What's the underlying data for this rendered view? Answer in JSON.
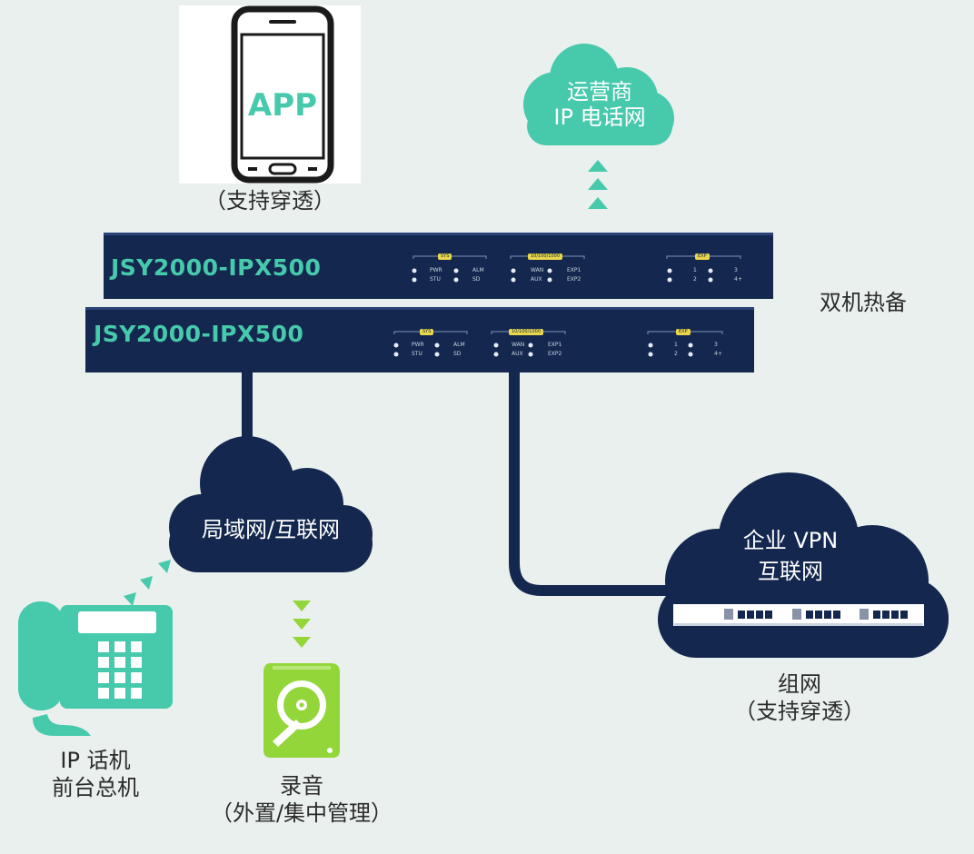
{
  "colors": {
    "background": "#eaf0ed",
    "navy": "#14284f",
    "teal": "#47c9ac",
    "lime": "#93d63a"
  },
  "app": {
    "label": "APP",
    "caption": "（支持穿透）"
  },
  "carrier_cloud": {
    "line1": "运营商",
    "line2": "IP 电话网"
  },
  "devices": [
    {
      "model": "JSY2000-IPX500",
      "groups": [
        "SYS",
        "10/100/1000",
        "EXP"
      ],
      "leds": [
        "PWR",
        "ALM",
        "STU",
        "SD",
        "WAN",
        "EXP1",
        "AUX",
        "EXP2",
        "1",
        "3",
        "2",
        "4+"
      ]
    },
    {
      "model": "JSY2000-IPX500",
      "groups": [
        "SYS",
        "10/100/1000",
        "EXP"
      ],
      "leds": [
        "PWR",
        "ALM",
        "STU",
        "SD",
        "WAN",
        "EXP1",
        "AUX",
        "EXP2",
        "1",
        "3",
        "2",
        "4+"
      ]
    }
  ],
  "hot_standby_label": "双机热备",
  "lan_cloud": {
    "label": "局域网/互联网"
  },
  "vpn_cloud": {
    "line1": "企业 VPN",
    "line2": "互联网"
  },
  "networking": {
    "line1": "组网",
    "line2": "（支持穿透）"
  },
  "ip_phone": {
    "line1": "IP 话机",
    "line2": "前台总机",
    "icon": "desk-phone-icon"
  },
  "recording": {
    "line1": "录音",
    "line2": "（外置/集中管理）",
    "icon": "hard-drive-icon"
  }
}
